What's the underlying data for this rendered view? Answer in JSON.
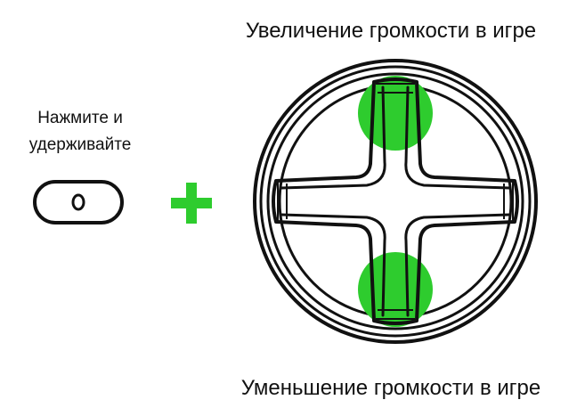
{
  "labels": {
    "volume_up": "Увеличение громкости в игре",
    "volume_down": "Уменьшение громкости в игре",
    "hold_line1": "Нажмите и",
    "hold_line2": "удерживайте"
  },
  "icons": {
    "hold_button": "pill-button-icon",
    "combine": "plus-icon",
    "dpad": "dpad-icon"
  },
  "colors": {
    "highlight": "#2ecc2e",
    "outline": "#111111",
    "background": "#ffffff"
  }
}
